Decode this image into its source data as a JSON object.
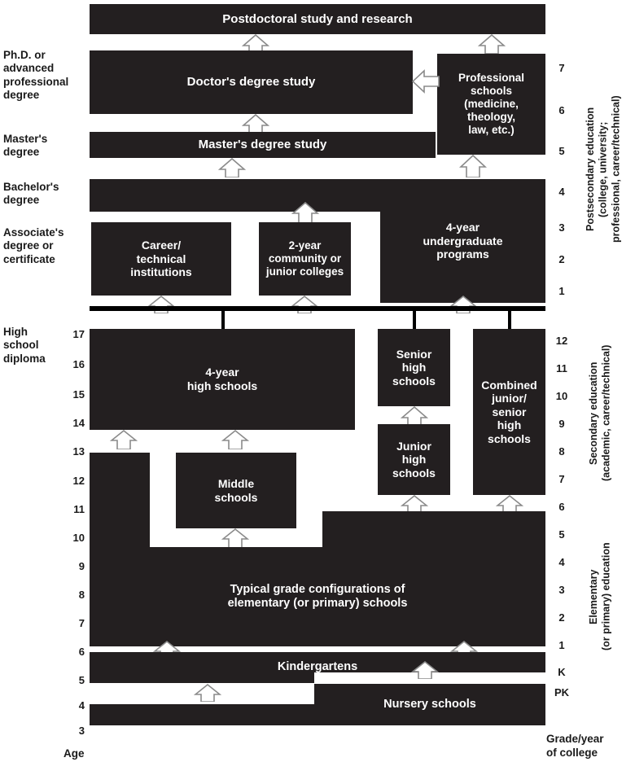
{
  "diagram": {
    "title_axis_left": "Age",
    "title_axis_right_1": "Grade/year",
    "title_axis_right_2": "of college"
  },
  "left_labels": [
    {
      "id": "phd",
      "text": "Ph.D. or\nadvanced\nprofessional\ndegree"
    },
    {
      "id": "masters",
      "text": "Master's\ndegree"
    },
    {
      "id": "bachelors",
      "text": "Bachelor's\ndegree"
    },
    {
      "id": "associates",
      "text": "Associate's\ndegree or\ncertificate"
    },
    {
      "id": "hsdiploma",
      "text": "High\nschool\ndiploma"
    }
  ],
  "boxes": [
    {
      "id": "postdoc",
      "label": "Postdoctoral study and research"
    },
    {
      "id": "doctor",
      "label": "Doctor's degree study"
    },
    {
      "id": "professional",
      "label": "Professional\nschools\n(medicine,\ntheology,\nlaw, etc.)"
    },
    {
      "id": "master",
      "label": "Master's degree study"
    },
    {
      "id": "bachelor_bar",
      "label": ""
    },
    {
      "id": "career_tech",
      "label": "Career/\ntechnical\ninstitutions"
    },
    {
      "id": "two_year",
      "label": "2-year\ncommunity or\njunior colleges"
    },
    {
      "id": "four_year_ug",
      "label": "4-year\nundergraduate\nprograms"
    },
    {
      "id": "four_year_hs",
      "label": "4-year\nhigh schools"
    },
    {
      "id": "senior_hs",
      "label": "Senior\nhigh\nschools"
    },
    {
      "id": "junior_hs",
      "label": "Junior\nhigh\nschools"
    },
    {
      "id": "combined_hs",
      "label": "Combined\njunior/\nsenior\nhigh\nschools"
    },
    {
      "id": "middle",
      "label": "Middle\nschools"
    },
    {
      "id": "elementary",
      "label": "Typical grade configurations of\nelementary (or primary) schools"
    },
    {
      "id": "kindergarten",
      "label": "Kindergartens"
    },
    {
      "id": "nursery",
      "label": "Nursery schools"
    }
  ],
  "age_axis": {
    "label": "Age",
    "values": [
      "17",
      "16",
      "15",
      "14",
      "13",
      "12",
      "11",
      "10",
      "9",
      "8",
      "7",
      "6",
      "5",
      "4",
      "3"
    ]
  },
  "grade_axis": {
    "label_line1": "Grade/year",
    "label_line2": "of college",
    "college_values": [
      "7",
      "6",
      "5",
      "4",
      "3",
      "2",
      "1"
    ],
    "school_values": [
      "12",
      "11",
      "10",
      "9",
      "8",
      "7",
      "6",
      "5",
      "4",
      "3",
      "2",
      "1",
      "K",
      "PK"
    ]
  },
  "right_brackets": [
    {
      "id": "postsecondary",
      "text": "Postsecondary education\n(college, university;\nprofessional, career/technical)"
    },
    {
      "id": "secondary",
      "text": "Secondary education\n(academic, career/technical)"
    },
    {
      "id": "elementary",
      "text": "Elementary\n(or primary) education"
    }
  ],
  "colors": {
    "box_fill": "#231f20",
    "box_text": "#ffffff",
    "label_text": "#1a1a1a",
    "rule": "#000000",
    "arrow_stroke": "#8a8a8a",
    "page_bg": "#ffffff"
  }
}
